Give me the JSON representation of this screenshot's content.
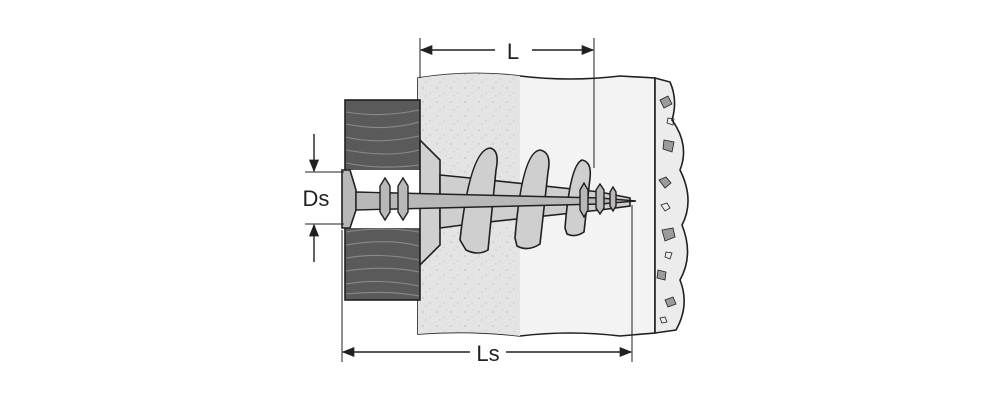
{
  "labels": {
    "length": "L",
    "screw_diameter": "Ds",
    "screw_length": "Ls"
  },
  "colors": {
    "outline": "#231f20",
    "wood": "#5a5a5a",
    "wood_grain": "#8a8a8a",
    "drywall": "#e4e4e4",
    "wall_background": "#f3f3f3",
    "concrete": "#ececec",
    "concrete_stone": "#9b9b9b",
    "anchor": "#cfcfcf",
    "screw": "#b8b8b8"
  }
}
